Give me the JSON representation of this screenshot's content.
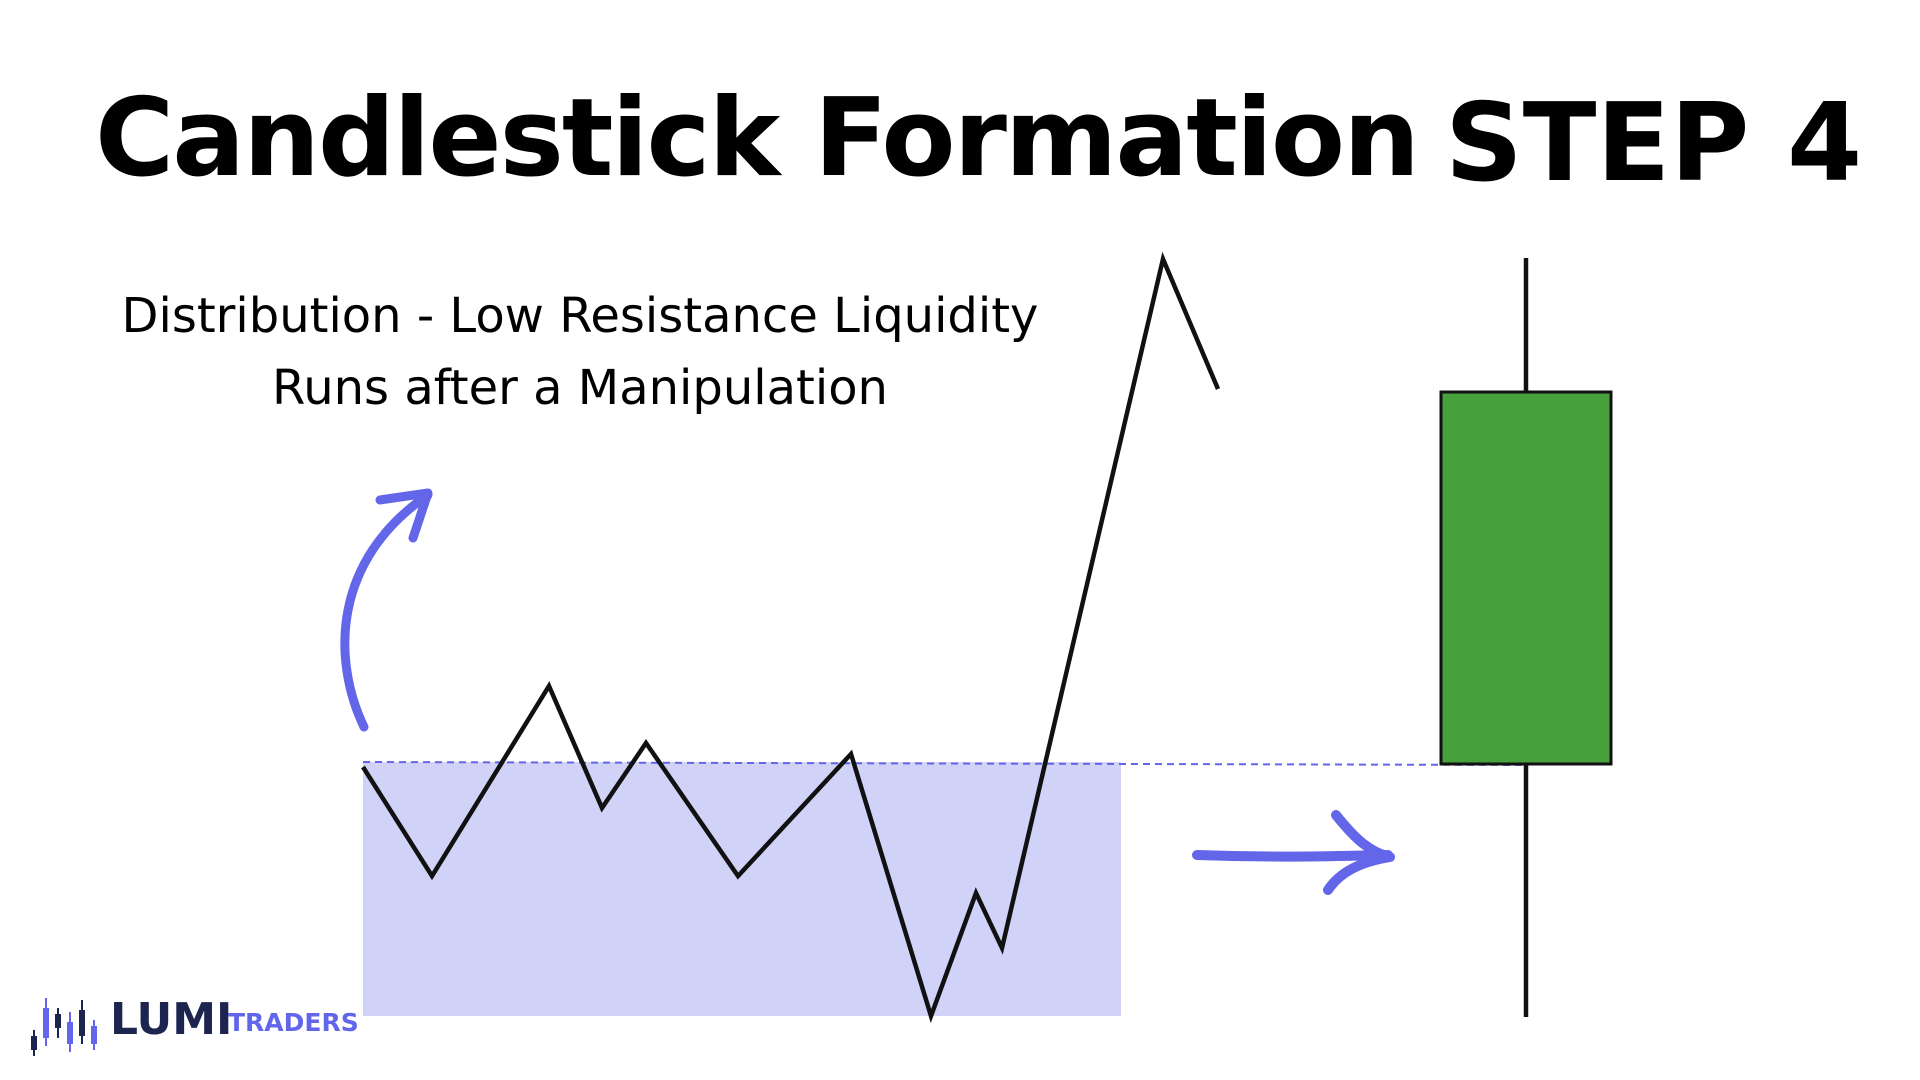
{
  "header": {
    "title": "Candlestick Formation",
    "step": "STEP 4"
  },
  "caption": {
    "line1": "Distribution - Low Resistance Liquidity",
    "line2": "Runs after a Manipulation"
  },
  "colors": {
    "range_fill": "#d1d2f8",
    "arrow": "#6466ea",
    "price_line": "#111111",
    "candle_body": "#48a03c",
    "candle_border": "#111111",
    "dashed_level": "#6466ea"
  },
  "candle": {
    "direction": "bullish"
  },
  "logo": {
    "main": "LUMI",
    "sub": "TRADERS"
  }
}
